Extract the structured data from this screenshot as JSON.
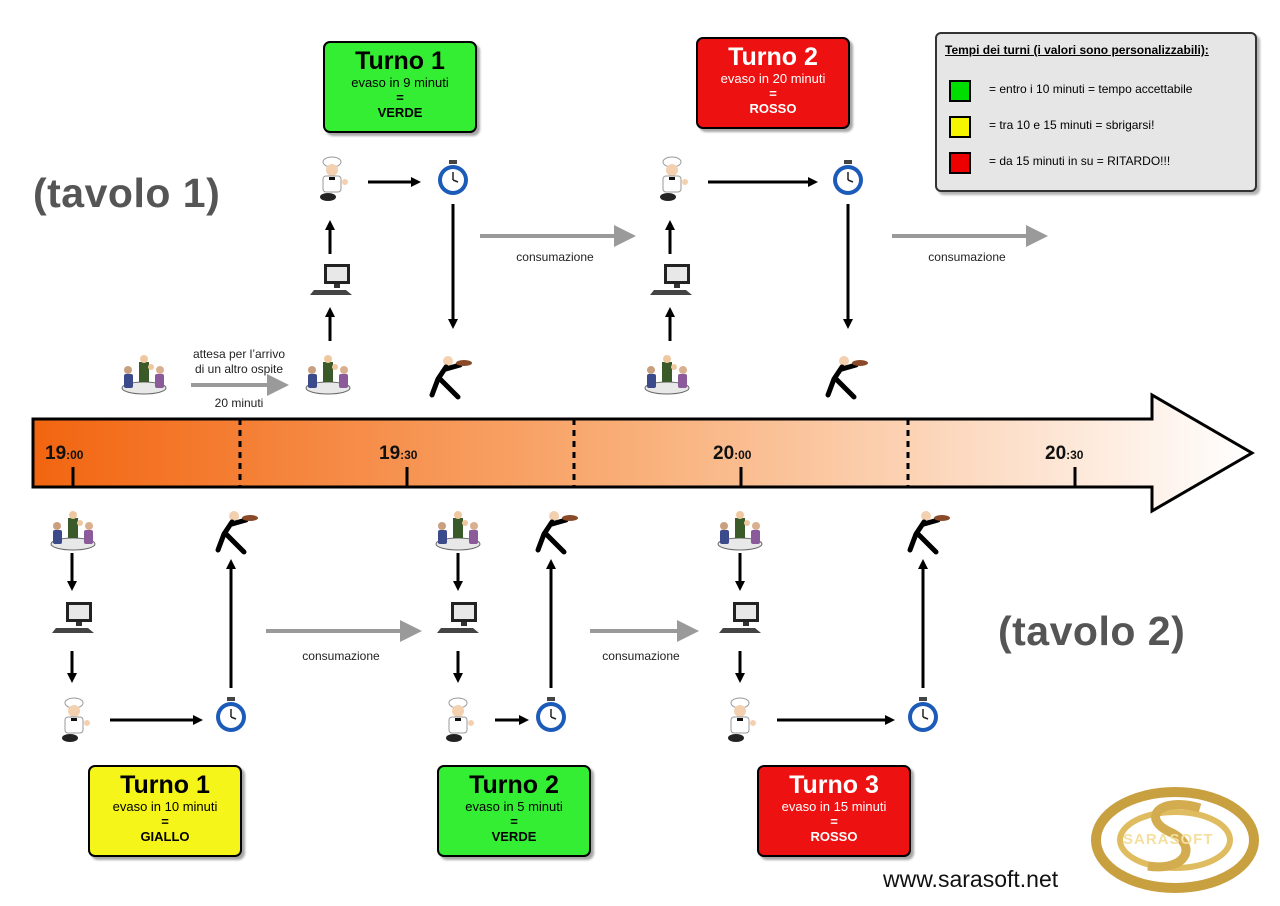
{
  "tables": {
    "top": "(tavolo 1)",
    "bottom": "(tavolo 2)"
  },
  "timeline": {
    "t1900": {
      "h": "19",
      "m": ":00"
    },
    "t1930": {
      "h": "19",
      "m": ":30"
    },
    "t2000": {
      "h": "20",
      "m": ":00"
    },
    "t2030": {
      "h": "20",
      "m": ":30"
    }
  },
  "labels": {
    "wait_line1": "attesa per l’arrivo",
    "wait_line2": "di un altro ospite",
    "wait_duration": "20 minuti",
    "consumption": "consumazione"
  },
  "turns": {
    "top1": {
      "title": "Turno 1",
      "sub": "evaso in 9 minuti",
      "eq": "=",
      "color_name": "VERDE",
      "color": "#33ee33"
    },
    "top2": {
      "title": "Turno 2",
      "sub": "evaso in 20 minuti",
      "eq": "=",
      "color_name": "ROSSO",
      "color": "#ee1111"
    },
    "bot1": {
      "title": "Turno 1",
      "sub": "evaso in 10 minuti",
      "eq": "=",
      "color_name": "GIALLO",
      "color": "#f5f51a"
    },
    "bot2": {
      "title": "Turno 2",
      "sub": "evaso in 5 minuti",
      "eq": "=",
      "color_name": "VERDE",
      "color": "#33ee33"
    },
    "bot3": {
      "title": "Turno 3",
      "sub": "evaso in 15 minuti",
      "eq": "=",
      "color_name": "ROSSO",
      "color": "#ee1111"
    }
  },
  "legend": {
    "title": "Tempi dei turni (i valori sono personalizzabili):",
    "items": [
      {
        "color": "#00dd00",
        "text": "= entro i 10 minuti = tempo accettabile"
      },
      {
        "color": "#f5f500",
        "text": "= tra 10 e 15 minuti = sbrigarsi!"
      },
      {
        "color": "#ee0000",
        "text": "= da 15 minuti in su = RITARDO!!!"
      }
    ]
  },
  "footer": {
    "url": "www.sarasoft.net",
    "logo": "SARASOFT"
  },
  "icons": [
    "guests-icon",
    "pc-icon",
    "chef-icon",
    "stopwatch-icon",
    "waiter-icon"
  ]
}
